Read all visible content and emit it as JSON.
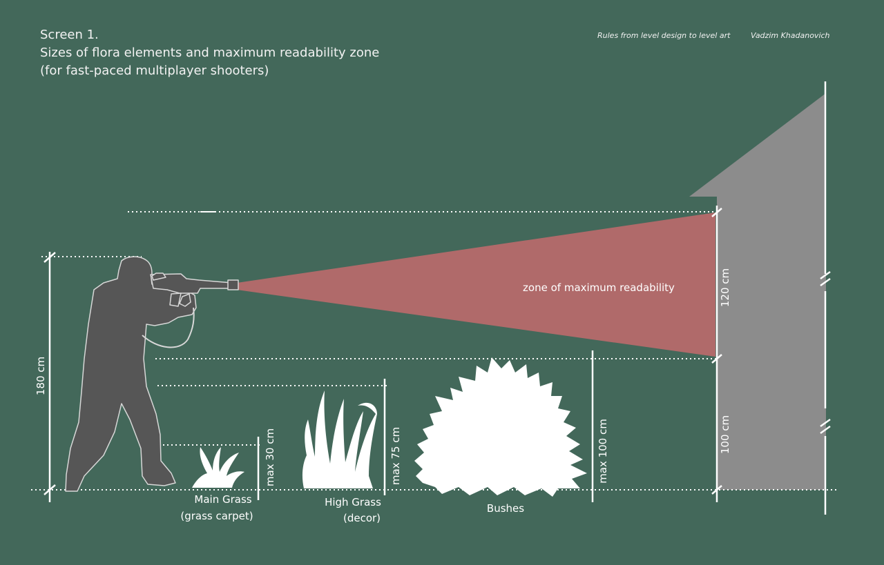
{
  "header": {
    "title_line1": "Screen 1.",
    "title_line2": "Sizes of flora elements and maximum readability zone",
    "title_line3": "(for fast-paced multiplayer shooters)",
    "source": "Rules from level design to level art",
    "author": "Vadzim Khadanovich"
  },
  "labels": {
    "soldier_height": "180 cm",
    "readability_zone": "zone of maximum readability",
    "zone_height": "120 cm",
    "lower_height": "100 cm",
    "main_grass_max": "max 30 cm",
    "high_grass_max": "max 75 cm",
    "bushes_max": "max 100 cm",
    "main_grass_name": "Main Grass",
    "main_grass_sub": "(grass carpet)",
    "high_grass_name": "High Grass",
    "high_grass_sub": "(decor)",
    "bushes_name": "Bushes"
  },
  "colors": {
    "background": "#43685a",
    "readability_zone": "#b06a6a",
    "wall": "#8c8c8c",
    "soldier": "#565656",
    "flora": "#ffffff"
  },
  "icons": {
    "soldier": "soldier-silhouette-icon",
    "main_grass": "grass-tuft-icon",
    "high_grass": "tall-grass-icon",
    "bushes": "bush-icon",
    "wall": "wall-structure-icon"
  }
}
